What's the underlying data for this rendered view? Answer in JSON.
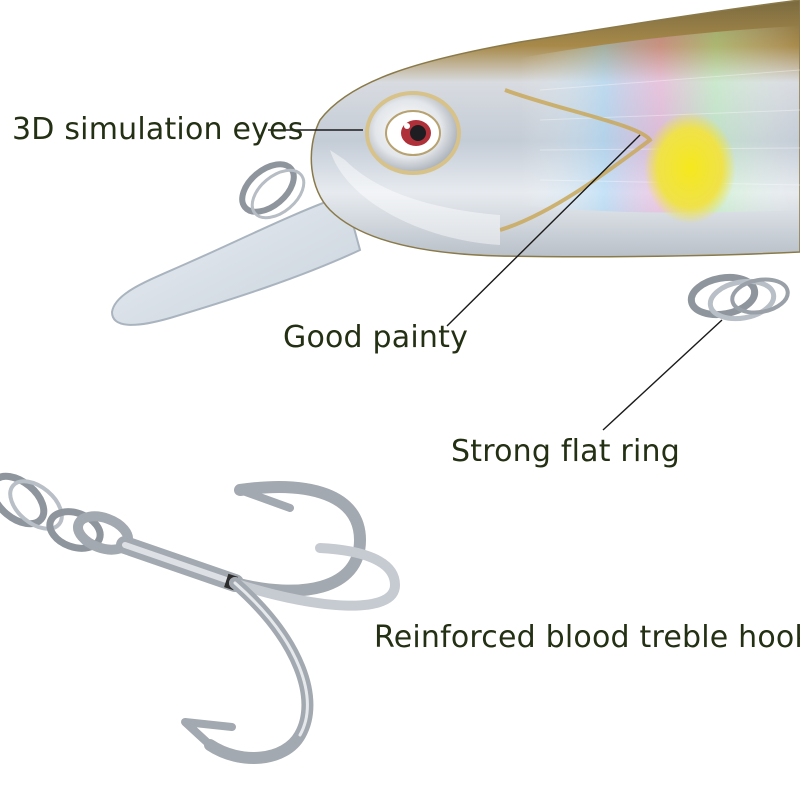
{
  "callouts": {
    "eyes": "3D simulation eyes",
    "painting": "Good painty",
    "ring": "Strong flat ring",
    "hooks": "Reinforced blood treble hooks"
  },
  "colors": {
    "label_text": "#243014",
    "leader_line": "#1a1a1a",
    "body_gold": "#a88a4a",
    "body_silver": "#c9ced6",
    "yellow_spot": "#f2e21c",
    "eye_red": "#b0303a",
    "metal": "#9aa0a8"
  },
  "icons": {
    "lure": "fishing-lure-body",
    "lip": "diving-lip",
    "eye": "lure-eye",
    "split_ring": "split-ring",
    "treble_hook": "treble-hook"
  }
}
